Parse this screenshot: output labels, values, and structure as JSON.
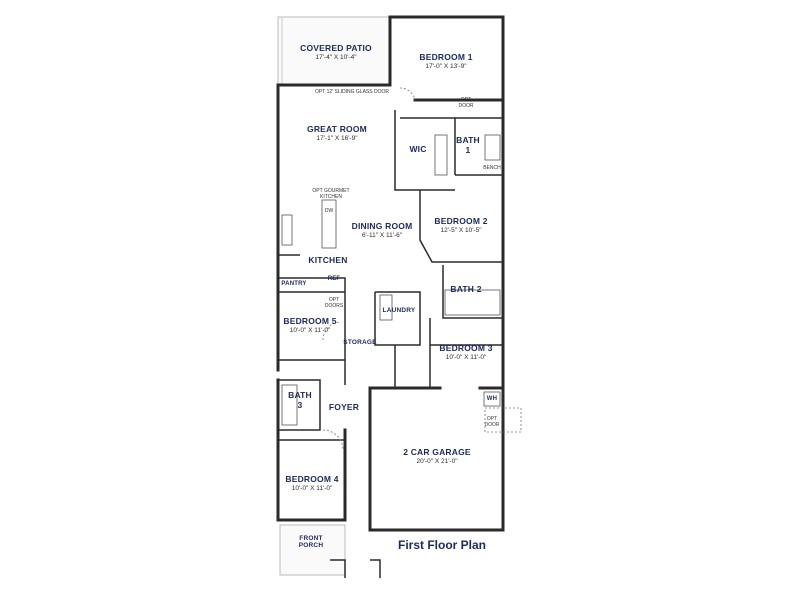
{
  "rooms": {
    "covered_patio": {
      "name": "COVERED PATIO",
      "dim": "17'-4\" X 10'-4\""
    },
    "bedroom1": {
      "name": "BEDROOM 1",
      "dim": "17'-0\" X 13'-9\""
    },
    "great_room": {
      "name": "GREAT ROOM",
      "dim": "17'-1\" X 16'-9\""
    },
    "wic": {
      "name": "WIC"
    },
    "bath1": {
      "name": "BATH 1"
    },
    "dining_room": {
      "name": "DINING ROOM",
      "dim": "6'-11\" X 11'-6\""
    },
    "bedroom2": {
      "name": "BEDROOM 2",
      "dim": "12'-5\" X 10'-5\""
    },
    "kitchen": {
      "name": "KITCHEN"
    },
    "bath2": {
      "name": "BATH 2"
    },
    "pantry": {
      "name": "PANTRY"
    },
    "ref": {
      "name": "REF"
    },
    "laundry": {
      "name": "LAUNDRY"
    },
    "bedroom5": {
      "name": "BEDROOM 5",
      "dim": "10'-0\" X 11'-0\""
    },
    "storage": {
      "name": "STORAGE"
    },
    "bedroom3": {
      "name": "BEDROOM 3",
      "dim": "10'-0\" X 11'-0\""
    },
    "bath3": {
      "name": "BATH 3"
    },
    "foyer": {
      "name": "FOYER"
    },
    "wh": {
      "name": "WH"
    },
    "garage": {
      "name": "2 CAR GARAGE",
      "dim": "20'-0\" X 21'-0\""
    },
    "bedroom4": {
      "name": "BEDROOM 4",
      "dim": "10'-0\" X 11'-0\""
    },
    "front_porch": {
      "name": "FRONT PORCH"
    }
  },
  "notes": {
    "sliding_door": "OPT 12' SLIDING GLASS DOOR",
    "opt_door_bed1": "OPT DOOR",
    "bench": "BENCH",
    "gourmet_kitchen": "OPT GOURMET KITCHEN",
    "dw": "DW",
    "opt_doors_bed5": "OPT DOORS",
    "opt_door_garage": "OPT DOOR"
  },
  "plan_title": "First Floor Plan"
}
